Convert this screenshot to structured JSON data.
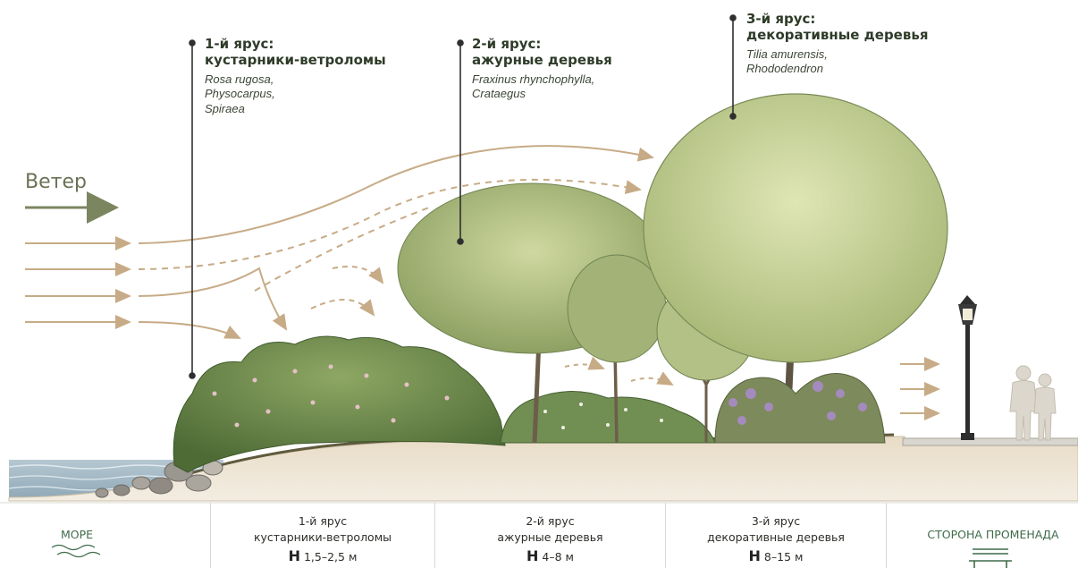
{
  "wind": {
    "label": "Ветер"
  },
  "tiers": [
    {
      "title": "1-й ярус:\nкустарники-ветроломы",
      "species": "Rosa rugosa,\nPhysocarpus,\nSpiraea"
    },
    {
      "title": "2-й ярус:\nажурные деревья",
      "species": "Fraxinus rhynchophylla,\nCrataegus"
    },
    {
      "title": "3-й ярус:\nдекоративные деревья",
      "species": "Tilia amurensis,\nRhododendron"
    }
  ],
  "bottom": {
    "sea_label": "МОРЕ",
    "promenade_label": "СТОРОНА ПРОМЕНАДА",
    "columns": [
      {
        "tier": "1-й ярус",
        "name": "кустарники-ветроломы",
        "h_letter": "H",
        "height": "1,5–2,5 м"
      },
      {
        "tier": "2-й ярус",
        "name": "ажурные деревья",
        "h_letter": "H",
        "height": "4–8 м"
      },
      {
        "tier": "3-й ярус",
        "name": "декоративные деревья",
        "h_letter": "H",
        "height": "8–15 м"
      }
    ]
  },
  "colors": {
    "wind_arrow": "#c7ab86",
    "wind_label_arrow": "#7b8661",
    "sea": "#9fb6c2",
    "soil": "#eee6d6",
    "shrub_foliage": "#6e8c4b",
    "tree_foliage": "#a9b97a",
    "big_tree_foliage": "#c9d39b",
    "rhododendron": "#a48bbd",
    "promenade": "#e4e2dc"
  },
  "icons": {
    "sea": "wave-icon",
    "promenade": "bench-icon",
    "lamp": "street-lamp-icon",
    "people": "people-silhouette-icon"
  }
}
